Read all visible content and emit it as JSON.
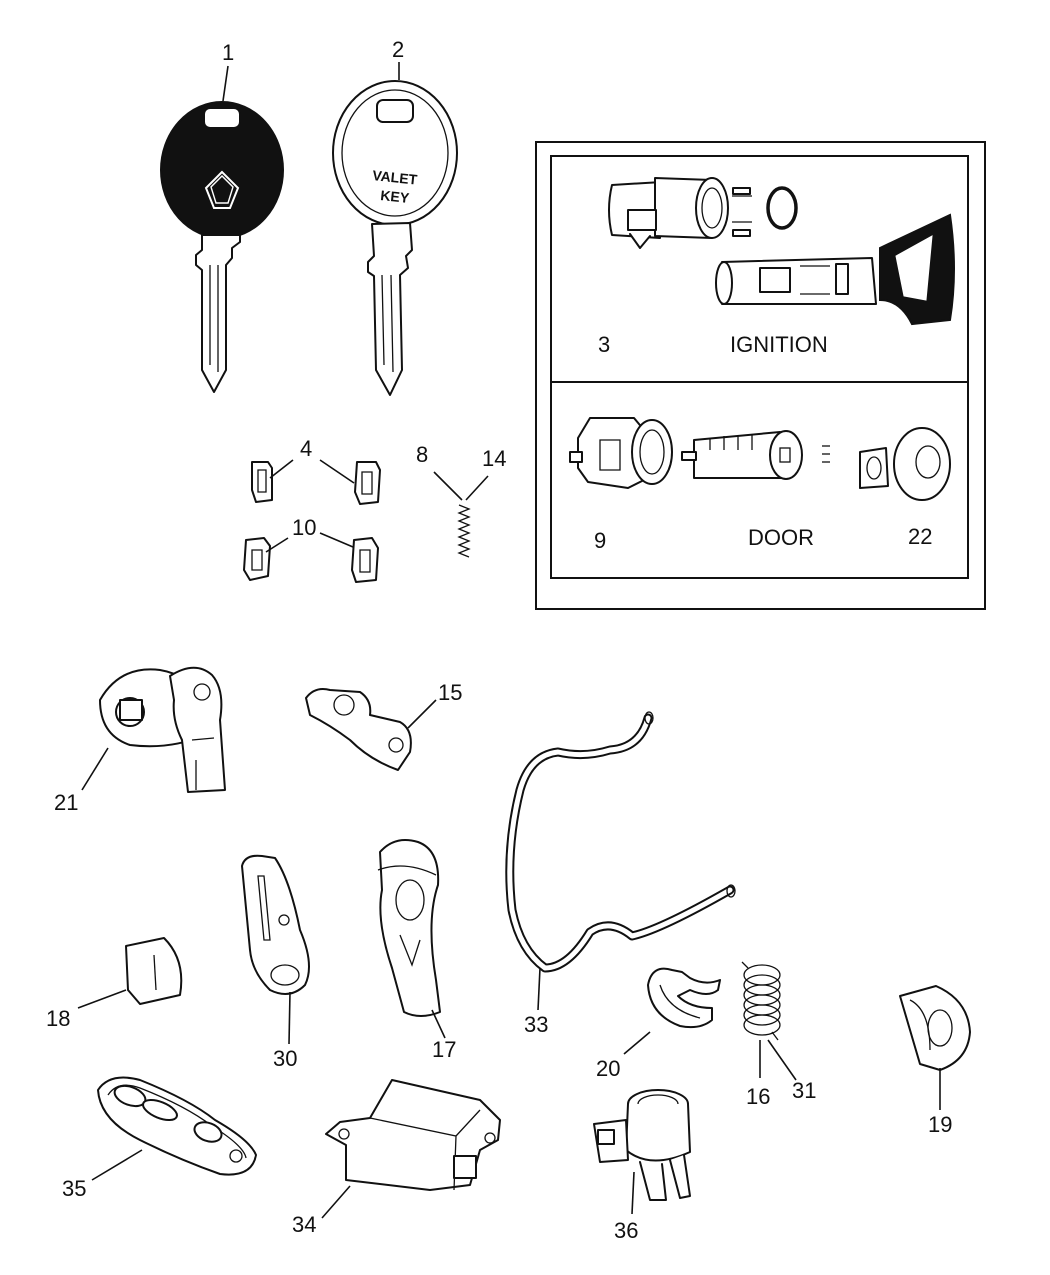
{
  "diagram": {
    "colors": {
      "ink": "#111111",
      "paper": "#ffffff"
    },
    "keys": {
      "valet_key_text": [
        "VALET",
        "KEY"
      ],
      "logo_icon": "pentastar-icon"
    },
    "inset": {
      "ignition_label": "IGNITION",
      "door_label": "DOOR"
    },
    "callouts": [
      "1",
      "2",
      "3",
      "4",
      "8",
      "14",
      "10",
      "9",
      "22",
      "21",
      "15",
      "18",
      "30",
      "17",
      "33",
      "20",
      "16",
      "31",
      "19",
      "35",
      "34",
      "36"
    ]
  }
}
